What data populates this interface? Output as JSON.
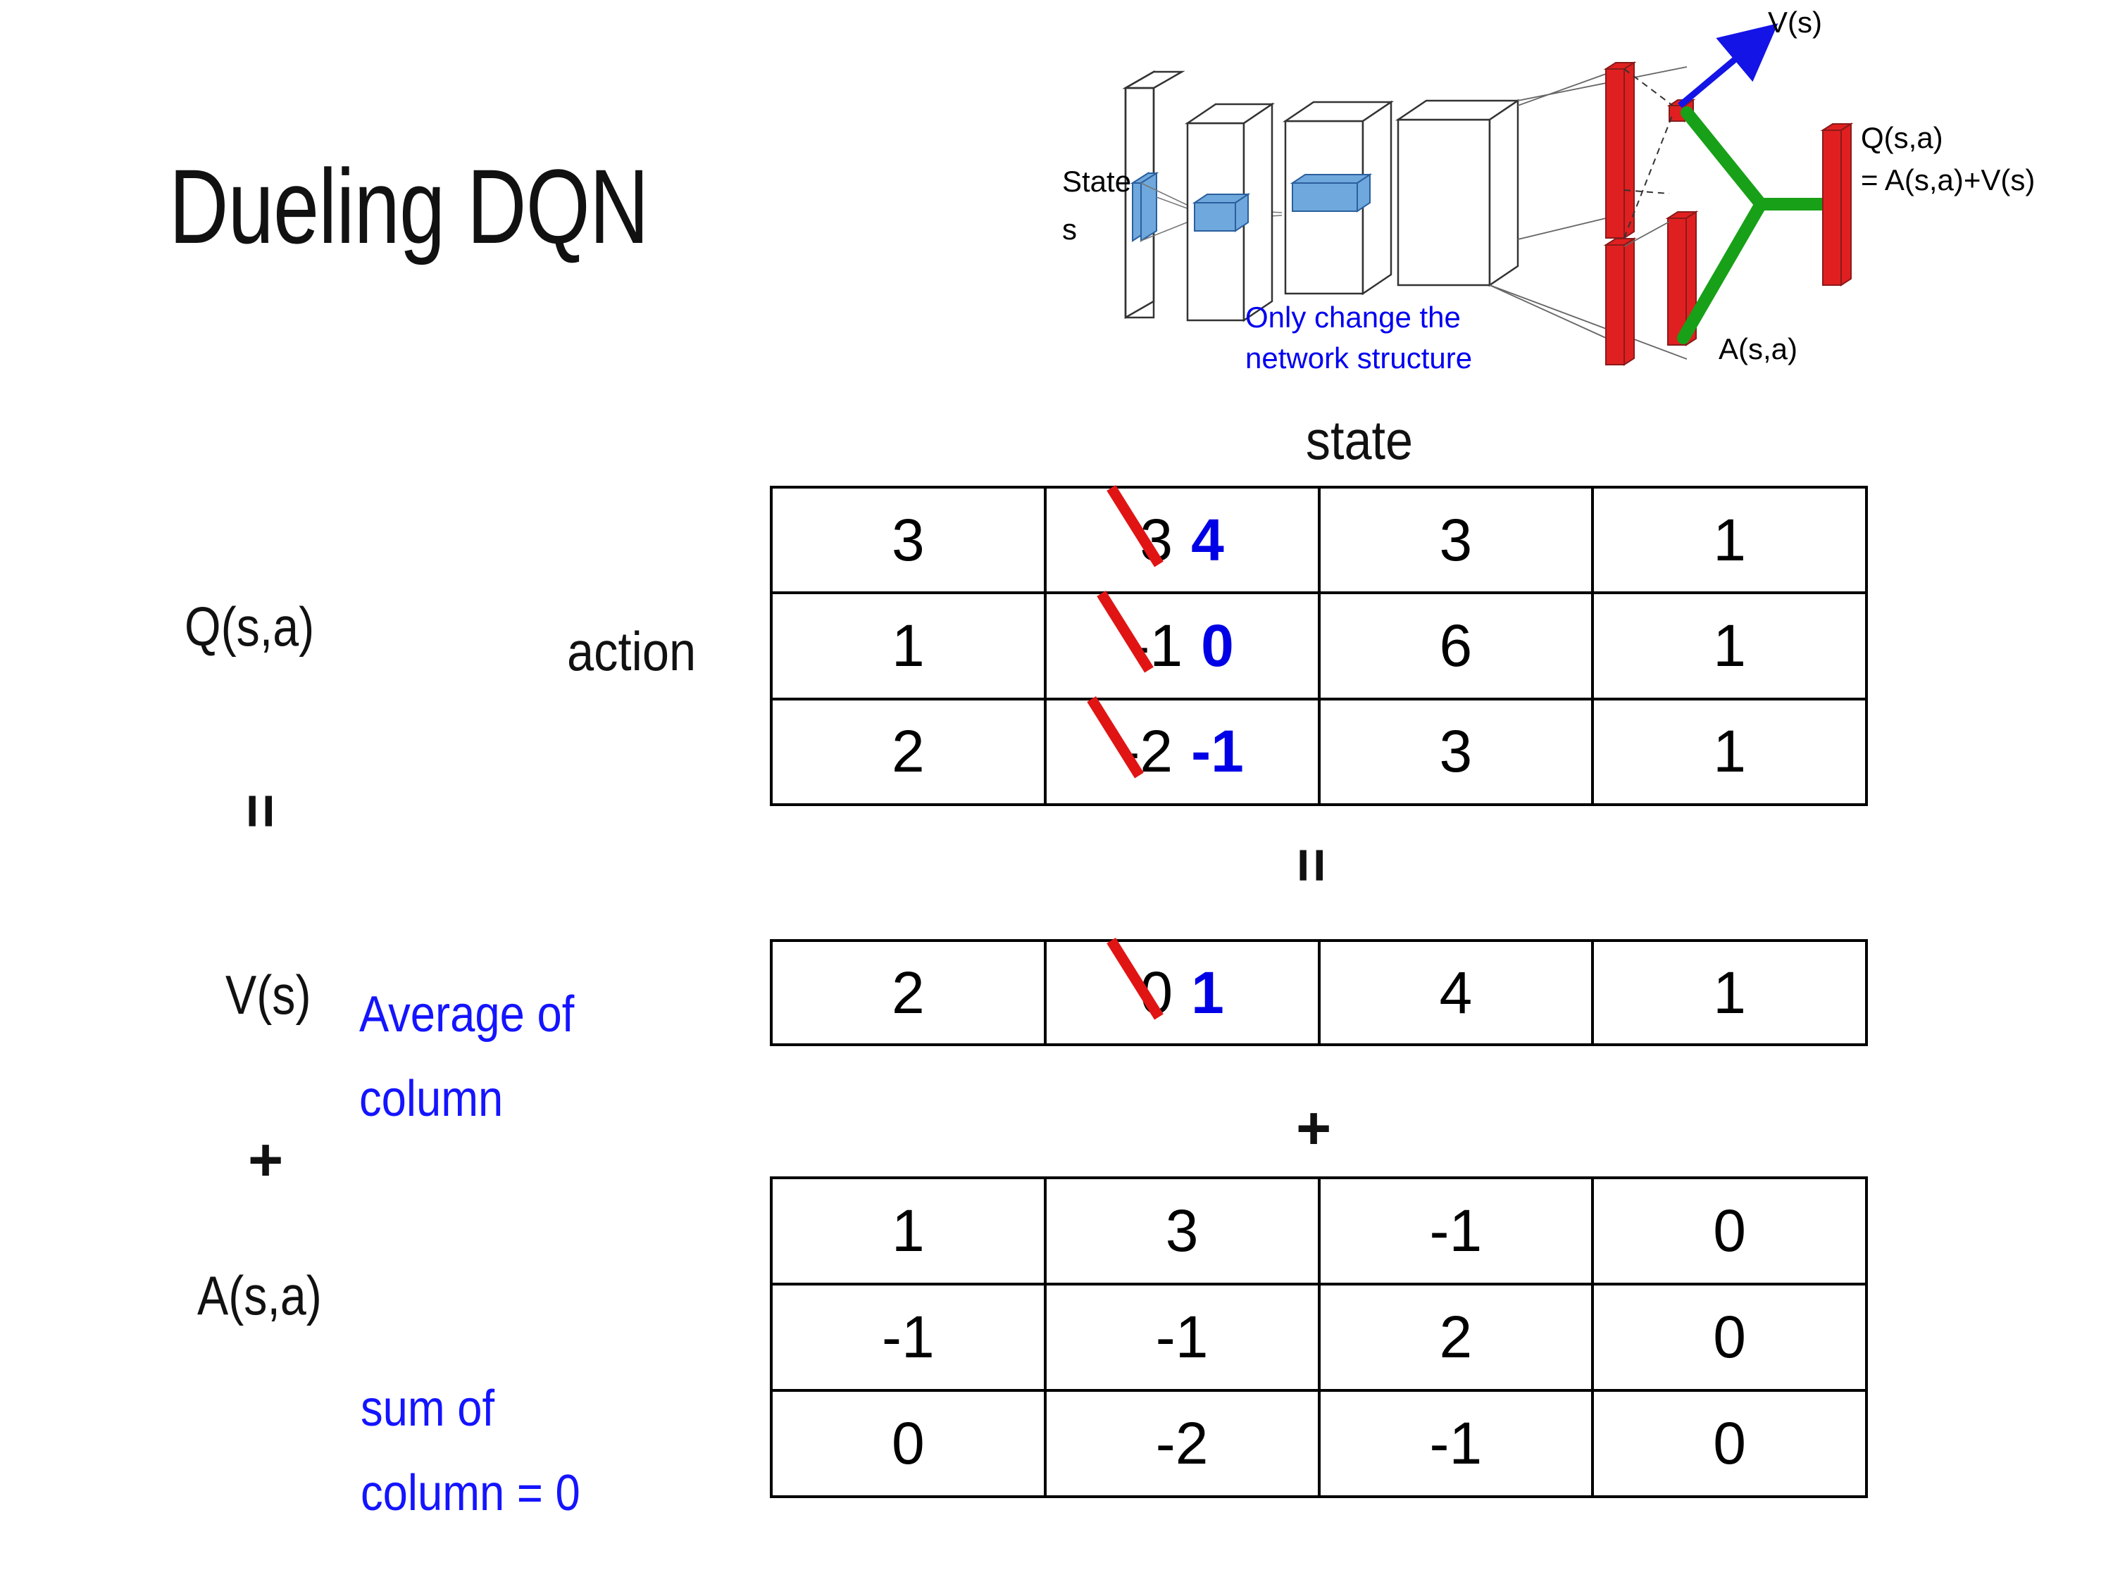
{
  "slide": {
    "title": "Dueling DQN"
  },
  "diagram": {
    "state_label_line1": "State",
    "state_label_line2": "s",
    "value_output_label": "V(s)",
    "advantage_output_label": "A(s,a)",
    "q_output_label_line1": "Q(s,a)",
    "q_output_label_line2": "= A(s,a)+V(s)",
    "note_line1": "Only change the",
    "note_line2": "network structure",
    "note_color": "#0000f0",
    "bar_color": "#e02020",
    "combine_color": "#18a018",
    "arrow_color": "#1414e6",
    "block_fill": "#6fa8dc"
  },
  "axes": {
    "state_label": "state",
    "action_label": "action"
  },
  "operators": {
    "equals_q_to_sum": "=",
    "equals_tables": "=",
    "plus_left": "+",
    "plus_tables": "+"
  },
  "labels": {
    "q_label": "Q(s,a)",
    "v_label": "V(s)",
    "a_label": "A(s,a)",
    "v_note_line1": "Average of",
    "v_note_line2": "column",
    "a_note_line1": "sum of",
    "a_note_line2": "column = 0"
  },
  "chart_data": {
    "type": "table",
    "title": "Dueling DQN decomposition Q(s,a) = V(s) + A(s,a)",
    "xlabel": "state",
    "ylabel": "action",
    "tables": [
      {
        "name": "Q(s,a)",
        "rows": [
          [
            "3",
            "3",
            "3",
            "1"
          ],
          [
            "1",
            "-1",
            "6",
            "1"
          ],
          [
            "2",
            "-2",
            "3",
            "1"
          ]
        ],
        "edits": [
          {
            "row": 0,
            "col": 1,
            "old": "3",
            "new": "4"
          },
          {
            "row": 1,
            "col": 1,
            "old": "-1",
            "new": "0"
          },
          {
            "row": 2,
            "col": 1,
            "old": "-2",
            "new": "-1"
          }
        ]
      },
      {
        "name": "V(s)",
        "rows": [
          [
            "2",
            "0",
            "4",
            "1"
          ]
        ],
        "edits": [
          {
            "row": 0,
            "col": 1,
            "old": "0",
            "new": "1"
          }
        ]
      },
      {
        "name": "A(s,a)",
        "rows": [
          [
            "1",
            "3",
            "-1",
            "0"
          ],
          [
            "-1",
            "-1",
            "2",
            "0"
          ],
          [
            "0",
            "-2",
            "-1",
            "0"
          ]
        ],
        "edits": []
      }
    ]
  },
  "colors": {
    "strike": "#e11414",
    "new_value": "#0000e6",
    "annotation": "#1414ff",
    "text": "#111111"
  }
}
